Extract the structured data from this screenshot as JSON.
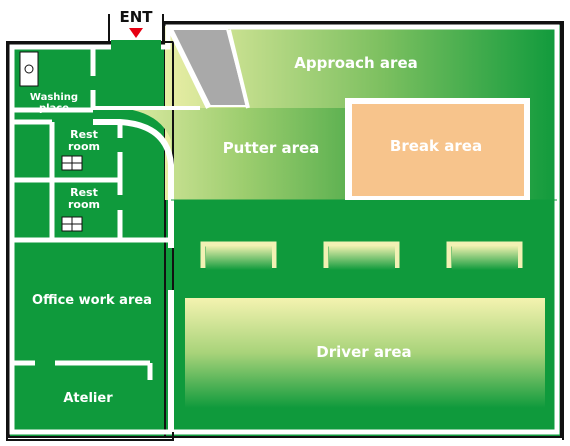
{
  "entrance": {
    "label": "ENT",
    "arrow_color": "#e60012"
  },
  "colors": {
    "floor": "#0f9a3c",
    "wall": "#ffffff",
    "outline": "#111111",
    "ramp": "#a9a9a9",
    "break_fill": "#f7c48c",
    "area_light": "#f4f3b0",
    "area_dark": "#0f9a3c"
  },
  "areas": {
    "approach": "Approach area",
    "putter": "Putter area",
    "break": "Break area",
    "driver": "Driver area",
    "office": "Office work area",
    "atelier": "Atelier",
    "rest_room_1": {
      "line1": "Rest",
      "line2": "room"
    },
    "rest_room_2": {
      "line1": "Rest",
      "line2": "room"
    },
    "washing_place": {
      "line1": "Washing",
      "line2": "place"
    }
  },
  "icons": {
    "sink": "sink-icon",
    "toilet": "toilet-icon",
    "hitting_mat": "hitting-mat-icon"
  }
}
